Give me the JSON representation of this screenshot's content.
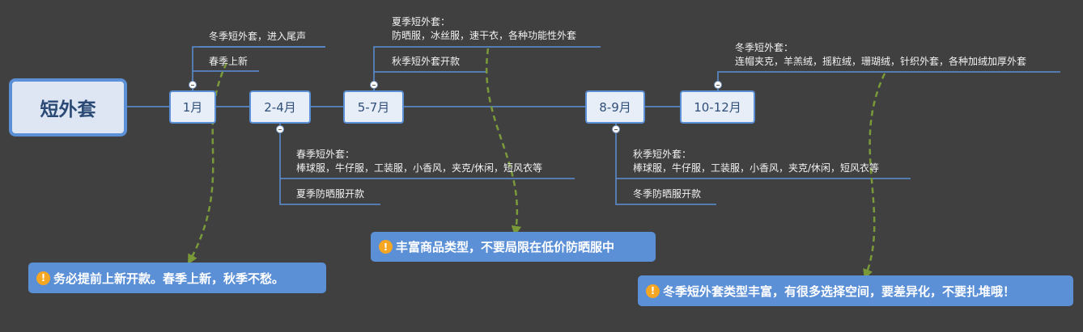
{
  "root": {
    "label": "短外套"
  },
  "months": [
    {
      "id": "m1",
      "label": "1月"
    },
    {
      "id": "m2",
      "label": "2-4月"
    },
    {
      "id": "m3",
      "label": "5-7月"
    },
    {
      "id": "m4",
      "label": "8-9月"
    },
    {
      "id": "m5",
      "label": "10-12月"
    }
  ],
  "leaves": {
    "jan_top": "冬季短外套，进入尾声",
    "jan_spring": "春季上新",
    "feb_spring_title": "春季短外套：",
    "feb_spring_items": "棒球服，牛仔服，工装服，小香风，夹克/休闲，短风衣等",
    "feb_summer": "夏季防晒服开款",
    "may_summer_title": "夏季短外套：",
    "may_summer_items": "防晒服，冰丝服，速干衣，各种功能性外套",
    "may_autumn": "秋季短外套开款",
    "aug_autumn_title": "秋季短外套：",
    "aug_autumn_items": "棒球服，牛仔服，工装服，小香风，夹克/休闲，短风衣等",
    "aug_winter": "冬季防晒服开款",
    "oct_winter_title": "冬季短外套：",
    "oct_winter_items": "连帽夹克，羊羔绒，摇粒绒，珊瑚绒，针织外套，各种加绒加厚外套"
  },
  "callouts": {
    "c1": "务必提前上新开款。春季上新，秋季不愁。",
    "c2": "丰富商品类型，不要局限在低价防晒服中",
    "c3": "冬季短外套类型丰富，有很多选择空间，要差异化，不要扎堆哦！"
  },
  "icons": {
    "warning": "exclamation-icon",
    "toggle": "collapse-minus-icon"
  },
  "colors": {
    "background": "#404040",
    "accent": "#5b8fd6",
    "arrow": "#7a9a3a",
    "warning": "#f5a623"
  }
}
